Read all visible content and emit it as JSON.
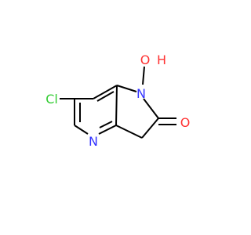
{
  "molecule": {
    "atoms": [
      {
        "id": "cl",
        "symbol": "Cl",
        "color": "#33cc33"
      },
      {
        "id": "n_pyridine",
        "symbol": "N",
        "color": "#3333ff"
      },
      {
        "id": "n_ring",
        "symbol": "N",
        "color": "#3333ff"
      },
      {
        "id": "o_hydroxy",
        "symbol": "O",
        "color": "#ff3333"
      },
      {
        "id": "h_hydroxy",
        "symbol": "H",
        "color": "#ff3333"
      },
      {
        "id": "o_carbonyl",
        "symbol": "O",
        "color": "#ff3333"
      }
    ],
    "bond_color": "#000000"
  }
}
